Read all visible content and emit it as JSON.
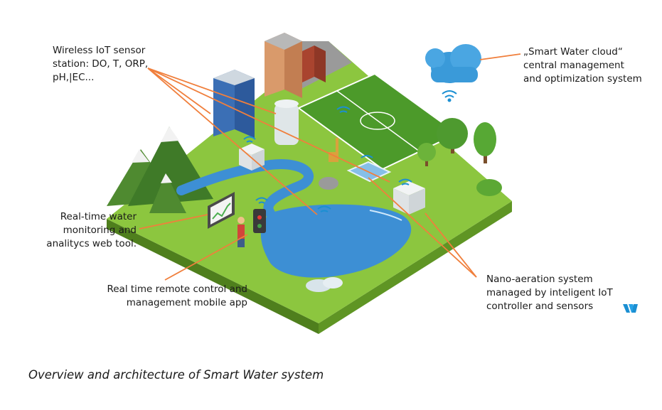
{
  "callouts": {
    "sensor_station": [
      "Wireless IoT sensor",
      "station: DO, T, ORP,",
      "pH,|EC..."
    ],
    "cloud": [
      "„Smart Water cloud“",
      "central management",
      "and optimization system"
    ],
    "web_tool": [
      "Real-time water",
      "monitoring and",
      "analitycs web tool."
    ],
    "mobile_app": [
      "Real time remote control and",
      "management mobile app"
    ],
    "nano_aeration": [
      "Nano-aeration system",
      "managed by inteligent IoT",
      "controller and sensors"
    ]
  },
  "caption": "Overview and architecture of Smart Water system",
  "colors": {
    "callout_line": "#f07f3c",
    "grass_top": "#8cc63f",
    "grass_left": "#5b8f22",
    "grass_right": "#6ea52c",
    "water": "#3d8fd4",
    "cloud": "#3a9ad9",
    "brand": "#1b8fd2"
  },
  "icons": [
    "wifi-signal-icon",
    "cloud-icon",
    "brand-logo-icon"
  ]
}
